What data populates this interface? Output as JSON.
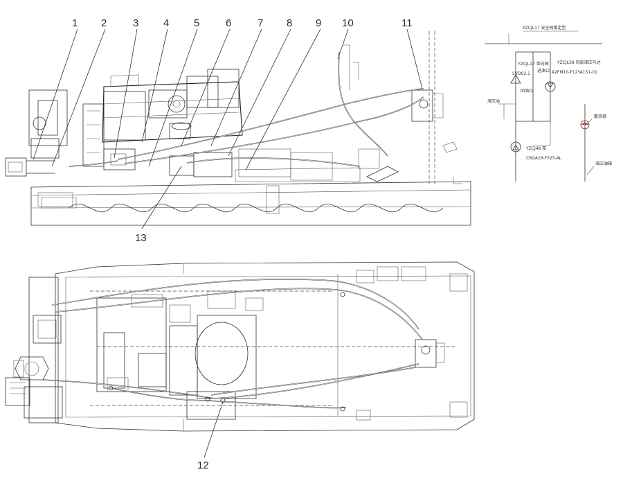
{
  "callouts_top": [
    "1",
    "2",
    "3",
    "4",
    "5",
    "6",
    "7",
    "8",
    "9",
    "10",
    "11",
    "13"
  ],
  "callouts_bottom": [
    "12"
  ],
  "schematic": {
    "top_label": "YZCJL17 安全阀限定型",
    "valve_code": "YZCJL17 单向阀",
    "valve_model": "SVD02.1",
    "motor_code": "YZCJL58 风扇液压马达",
    "motor_model": "A2FM10-F12YA1S1-01",
    "pump_code": "YZCJ48 泵",
    "pump_model": "CBGA16-F525-AL",
    "left_port_label": "液压油",
    "branch_label_1": "回油口",
    "branch_label_2": "进油口",
    "cooler_label": "散热器",
    "return_label": "液压油箱"
  },
  "colors": {
    "line": "#2f2f2f",
    "accent": "#dd3333"
  }
}
